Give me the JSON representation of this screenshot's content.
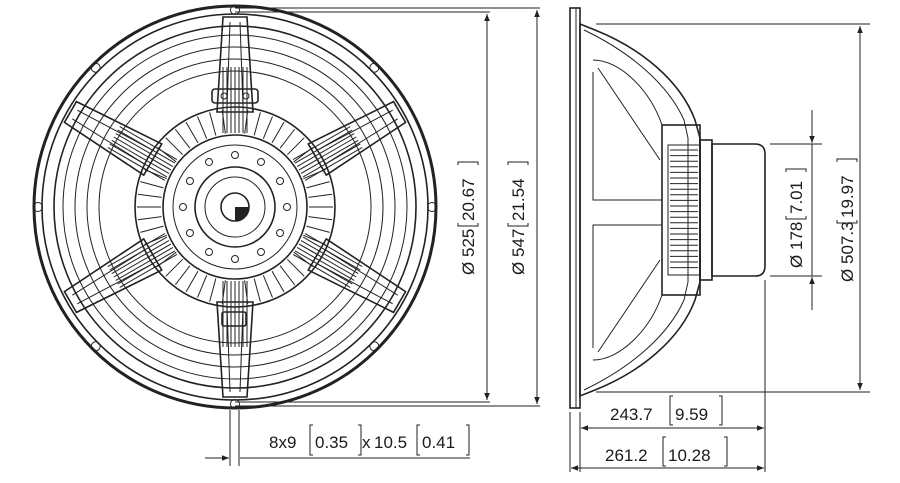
{
  "drawing": {
    "front_view": {
      "diameters": [
        {
          "mm": "525",
          "in": "20.67"
        },
        {
          "mm": "547",
          "in": "21.54"
        }
      ],
      "mounting_holes": {
        "count_size_mm": "8x9",
        "size_in": "0.35",
        "x": "x",
        "slot_mm": "10.5",
        "slot_in": "0.41"
      }
    },
    "side_view": {
      "magnet_diameter": {
        "mm": "178",
        "in": "7.01"
      },
      "cone_diameter": {
        "mm": "507.3",
        "in": "19.97"
      },
      "depth_inner": {
        "mm": "243.7",
        "in": "9.59"
      },
      "depth_total": {
        "mm": "261.2",
        "in": "10.28"
      }
    },
    "phi_symbol": "Ø"
  }
}
